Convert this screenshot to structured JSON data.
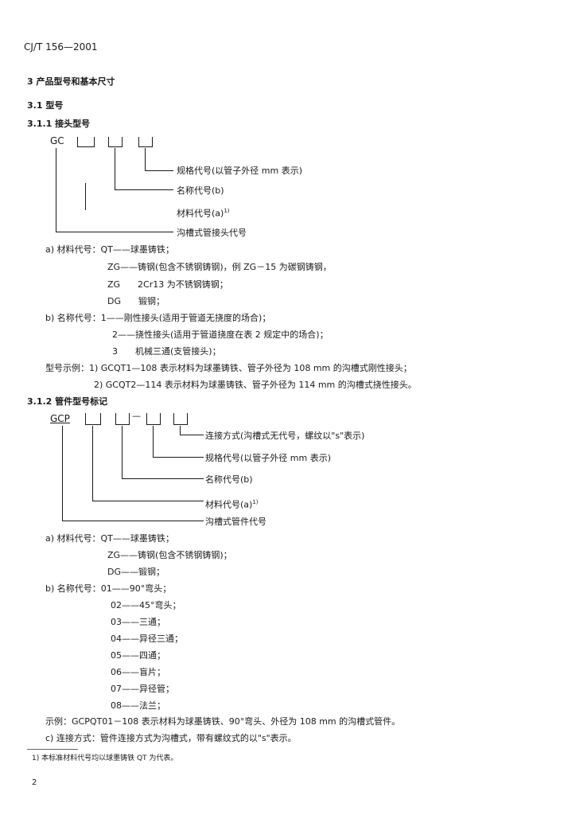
{
  "header": {
    "standard_no": "CJ/T 156—2001"
  },
  "section3": {
    "title": "3  产品型号和基本尺寸"
  },
  "s31": {
    "title": "3.1  型号"
  },
  "s311": {
    "title": "3.1.1  接头型号",
    "diagram": {
      "prefix": "GC",
      "label_size": "规格代号(以管子外径 mm 表示)",
      "label_name": "名称代号(b)",
      "label_material": "材料代号(a)",
      "label_material_note": "1)",
      "label_type": "沟槽式管接头代号"
    },
    "a_lines": [
      "a) 材料代号：QT——球墨铸铁；",
      "ZG——铸钢(包含不锈钢铸钢)，例 ZG－15 为碳钢铸钢，",
      "ZG　　2Cr13 为不锈钢铸钢；",
      "DG　　锻钢；"
    ],
    "b_lines": [
      "b) 名称代号：1——刚性接头(适用于管道无挠度的场合)；",
      "2——挠性接头(适用于管道挠度在表 2 规定中的场合)；",
      "3　　机械三通(支管接头)；"
    ],
    "examples": [
      "型号示例：1) GCQT1—108 表示材料为球墨铸铁、管子外径为 108 mm 的沟槽式刚性接头；",
      "2) GCQT2—114 表示材料为球墨铸铁、管子外径为 114 mm 的沟槽式挠性接头。"
    ]
  },
  "s312": {
    "title": "3.1.2  管件型号标记",
    "diagram": {
      "prefix": "GCP",
      "dash": "—",
      "label_connection": "连接方式(沟槽式无代号，螺纹以\"s\"表示)",
      "label_size": "规格代号(以管子外径 mm 表示)",
      "label_name": "名称代号(b)",
      "label_material": "材料代号(a)",
      "label_material_note": "1)",
      "label_type": "沟槽式管件代号"
    },
    "a_lines": [
      "a) 材料代号：QT——球墨铸铁；",
      "ZG——铸钢(包含不锈钢铸钢)；",
      "DG——锻钢；"
    ],
    "b_lines": [
      "b) 名称代号：01——90°弯头；",
      "02——45°弯头；",
      "03——三通；",
      "04——异径三通；",
      "05——四通；",
      "06——盲片；",
      "07——异径管；",
      "08——法兰；"
    ],
    "example": "示例：GCPQT01－108 表示材料为球墨铸铁、90°弯头、外径为 108 mm 的沟槽式管件。",
    "c_line": "c) 连接方式：管件连接方式为沟槽式，带有螺纹式的以\"s\"表示。"
  },
  "footnote": "1) 本标准材料代号均以球墨铸铁 QT 为代表。",
  "page_number": "2"
}
